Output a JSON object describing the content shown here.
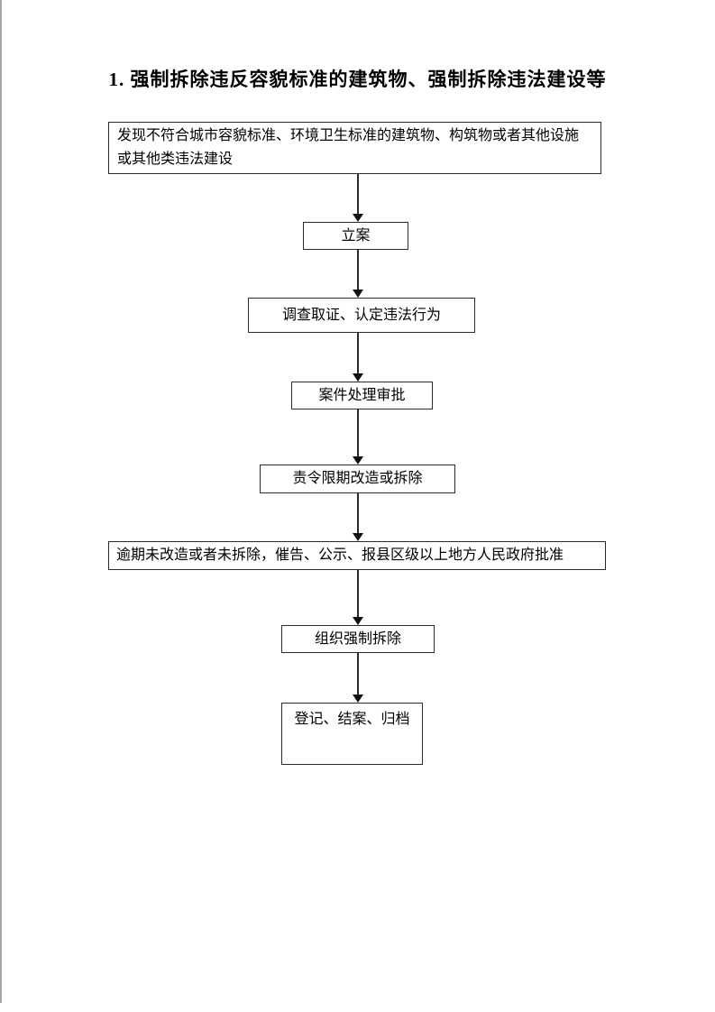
{
  "page": {
    "title": "1. 强制拆除违反容貌标准的建筑物、强制拆除违法建设等"
  },
  "flowchart": {
    "nodes": [
      {
        "id": "discovery",
        "label": "发现不符合城市容貌标准、环境卫生标准的建筑物、构筑物或者其他设施或其他类违法建设"
      },
      {
        "id": "filing",
        "label": "立案"
      },
      {
        "id": "investigate",
        "label": "调查取证、认定违法行为"
      },
      {
        "id": "approval",
        "label": "案件处理审批"
      },
      {
        "id": "order",
        "label": "责令限期改造或拆除"
      },
      {
        "id": "overdue",
        "label": "逾期未改造或者未拆除，催告、公示、报县区级以上地方人民政府批准"
      },
      {
        "id": "demolition",
        "label": "组织强制拆除"
      },
      {
        "id": "archive",
        "label": "登记、结案、归档"
      }
    ],
    "colors": {
      "background": "#ffffff",
      "border": "#2b2b2b",
      "text": "#000000",
      "page_edge": "#a6a6a6"
    }
  }
}
